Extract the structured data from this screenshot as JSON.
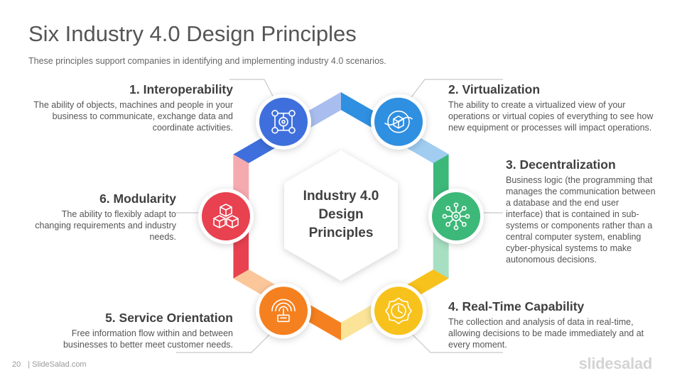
{
  "slide": {
    "title": "Six Industry 4.0 Design Principles",
    "subtitle": "These principles support companies in identifying and implementing industry 4.0 scenarios.",
    "center_label": [
      "Industry 4.0",
      "Design",
      "Principles"
    ]
  },
  "principles": [
    {
      "heading": "1. Interoperability",
      "description": "The ability of objects, machines and people in your business to communicate, exchange data and coordinate activities.",
      "color": "#3f6fdc",
      "icon": "network-gears-icon"
    },
    {
      "heading": "2. Virtualization",
      "description": "The ability to create a virtualized view of your operations or virtual copies of everything to see how new equipment or processes will impact operations.",
      "color": "#2f8fe0",
      "icon": "virtual-cube-icon"
    },
    {
      "heading": "3. Decentralization",
      "description": "Business logic (the programming that manages the communication between a database and the end user interface) that is contained in sub-systems or components rather than a central computer system, enabling cyber-physical systems to make autonomous decisions.",
      "color": "#3cb878",
      "icon": "decentralized-nodes-icon"
    },
    {
      "heading": "4. Real-Time Capability",
      "description": "The collection and analysis of data in real-time, allowing decisions to be made immediately and at every moment.",
      "color": "#f7c21b",
      "icon": "gear-clock-icon"
    },
    {
      "heading": "5. Service Orientation",
      "description": "Free information flow within and between businesses to better meet customer needs.",
      "color": "#f5801f",
      "icon": "service-signal-icon"
    },
    {
      "heading": "6. Modularity",
      "description": "The ability to flexibly adapt to changing requirements and industry needs.",
      "color": "#e84150",
      "icon": "modular-cubes-icon"
    }
  ],
  "footer": {
    "page_number": "20",
    "site": "| SlideSalad.com",
    "brand": "slidesalad"
  }
}
